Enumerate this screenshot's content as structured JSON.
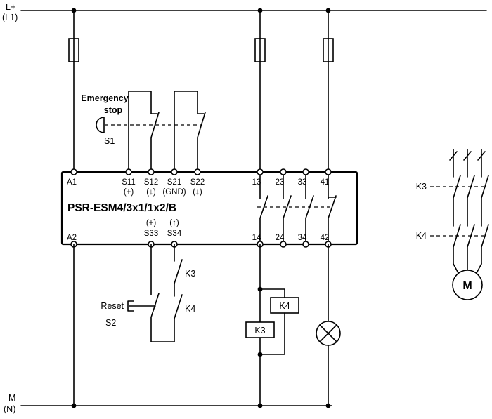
{
  "colors": {
    "wire": "#000000",
    "background": "#ffffff"
  },
  "rails": {
    "top": {
      "label_line1": "L+",
      "label_line2": "(L1)"
    },
    "bottom": {
      "label_line1": "M",
      "label_line2": "(N)"
    }
  },
  "estop": {
    "title_line1": "Emergency",
    "title_line2": "stop",
    "tag": "S1"
  },
  "device": {
    "name": "PSR-ESM4/3x1/1x2/B",
    "top_terminals": [
      {
        "id": "A1",
        "sub": ""
      },
      {
        "id": "S11",
        "sub": "(+)"
      },
      {
        "id": "S12",
        "sub": "(↓)"
      },
      {
        "id": "S21",
        "sub": "(GND)"
      },
      {
        "id": "S22",
        "sub": "(↓)"
      },
      {
        "id": "13",
        "sub": ""
      },
      {
        "id": "23",
        "sub": ""
      },
      {
        "id": "33",
        "sub": ""
      },
      {
        "id": "41",
        "sub": ""
      }
    ],
    "bottom_terminals": [
      {
        "id": "A2",
        "sup": ""
      },
      {
        "id": "S33",
        "sup": "(+)"
      },
      {
        "id": "S34",
        "sup": "(↑)"
      },
      {
        "id": "14",
        "sup": ""
      },
      {
        "id": "24",
        "sup": ""
      },
      {
        "id": "34",
        "sup": ""
      },
      {
        "id": "42",
        "sup": ""
      }
    ]
  },
  "reset": {
    "label": "Reset",
    "tag": "S2"
  },
  "feedback_contacts": {
    "k3": "K3",
    "k4": "K4"
  },
  "coils": {
    "k4": "K4",
    "k3": "K3"
  },
  "motor": {
    "contactor_k3": "K3",
    "contactor_k4": "K4",
    "label": "M"
  }
}
